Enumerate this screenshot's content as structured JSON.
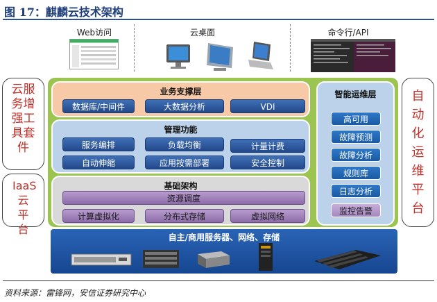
{
  "figure": {
    "title": "图 17：麒麟云技术架构",
    "source": "资料来源：雷锋网，安信证券研究中心"
  },
  "access": [
    {
      "label": "Web访问"
    },
    {
      "label": "云桌面"
    },
    {
      "label": "命令行/API"
    }
  ],
  "left_pills": {
    "top": "云服务增强工具套件",
    "bottom": "IaaS云平台"
  },
  "right_pill": "自动化运维平台",
  "layers": {
    "business": {
      "title": "业务支撑层",
      "items": [
        "数据库/中间件",
        "大数据分析",
        "VDI"
      ]
    },
    "management": {
      "title": "管理功能",
      "items": [
        "服务编排",
        "负载均衡",
        "计量计费",
        "自动伸缩",
        "应用按需部署",
        "安全控制"
      ]
    },
    "infra": {
      "title": "基础架构",
      "scheduler": "资源调度",
      "items": [
        "计算虚拟化",
        "分布式存储",
        "虚拟网络"
      ]
    },
    "ops": {
      "title": "智能运维层",
      "items": [
        "高可用",
        "故障预测",
        "故障分析",
        "规则库",
        "日志分析",
        "监控告警"
      ]
    }
  },
  "hardware": {
    "title": "自主/商用服务器、网络、存储"
  },
  "colors": {
    "accent_blue": "#23498a",
    "frame_green": "#9bc451",
    "business_orange": "#f7c9a6",
    "mgmt_blue": "#bcd2ea",
    "infra_gray": "#d9d9d9",
    "pill_red": "#c0302a"
  }
}
